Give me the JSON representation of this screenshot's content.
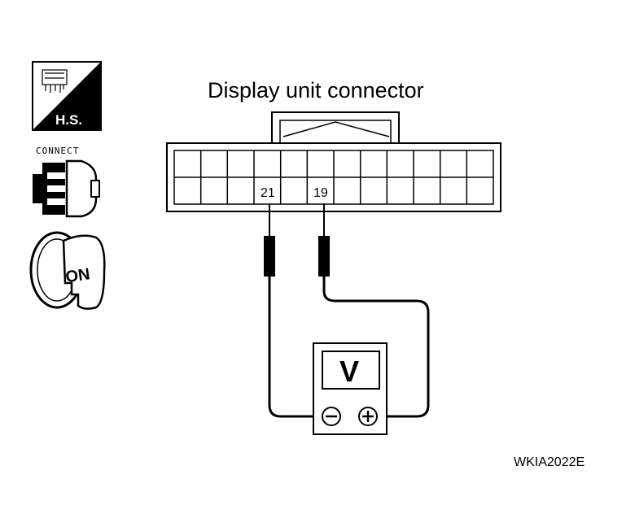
{
  "diagram": {
    "title": "Display unit connector",
    "reference_code": "WKIA2022E",
    "connector": {
      "columns": 12,
      "rows": 2,
      "pins": [
        {
          "label": "21"
        },
        {
          "label": "19"
        }
      ]
    },
    "meter": {
      "display": "V",
      "negative_symbol": "−",
      "positive_symbol": "+"
    },
    "icons": {
      "harness_side": {
        "label": "H.S.",
        "icon": "harness-side-icon"
      },
      "connect": {
        "label": "CONNECT",
        "icon": "connect-icon"
      },
      "ignition": {
        "label": "ON",
        "icon": "ignition-key-on-icon"
      }
    }
  }
}
